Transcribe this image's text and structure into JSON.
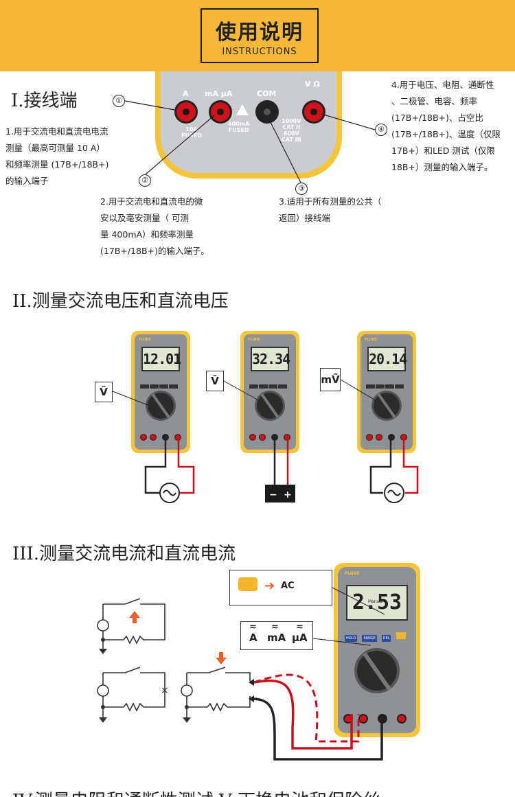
{
  "header": {
    "title_zh": "使用说明",
    "title_en": "INSTRUCTIONS"
  },
  "section1": {
    "title": "I.接线端",
    "terminals": {
      "a": "A",
      "ma": "mA µA",
      "com": "COM",
      "v": "V Ω",
      "fused10": "10A\nFUSED",
      "fused400": "400mA\nFUSED",
      "cat": "1000V\nCAT II\n600V\nCAT III"
    },
    "callouts": [
      "①",
      "②",
      "③",
      "④"
    ],
    "note1": [
      "1.用于交流电和直流电电流",
      "测量（最高可测量  10  A）",
      "和频率测量    (17B+/18B+)",
      "的输入端子"
    ],
    "note2": [
      "2.用于交流电和直流电的微",
      "安以及毫安测量（       可测",
      "量      400mA）和频率测量",
      "(17B+/18B+)的输入端子。"
    ],
    "note3": [
      "3.适用于所有测量的公共（",
      "返回）接线端"
    ],
    "note4": [
      "4.用于电压、电阻、通断性",
      "、二极管、电容、频率",
      "(17B+/18B+)、占空比",
      "(17B+/18B+)、温度（仅限",
      "17B+）和LED  测试（仅限",
      "18B+）测量的输入端子。"
    ]
  },
  "section2": {
    "title": "II.测量交流电压和直流电压",
    "meters": [
      {
        "display": "12.01",
        "func": "Ṽ",
        "source": "~"
      },
      {
        "display": "32.34",
        "func": "V̄",
        "source": "- +"
      },
      {
        "display": "20.14",
        "func": "mṼ",
        "source": "~"
      }
    ],
    "brand": "FLUKE"
  },
  "section3": {
    "title": "III.测量交流电流和直流电流",
    "display": "2.53",
    "display_sub": "Manual",
    "ac_label": "AC",
    "funcs": [
      "A",
      "mA",
      "µA"
    ],
    "keys": [
      "HOLD",
      "RANGE",
      "REL"
    ]
  },
  "section4": {
    "title": "IV.测量电阻和通断性测试      V  下换电池和保险丝"
  }
}
